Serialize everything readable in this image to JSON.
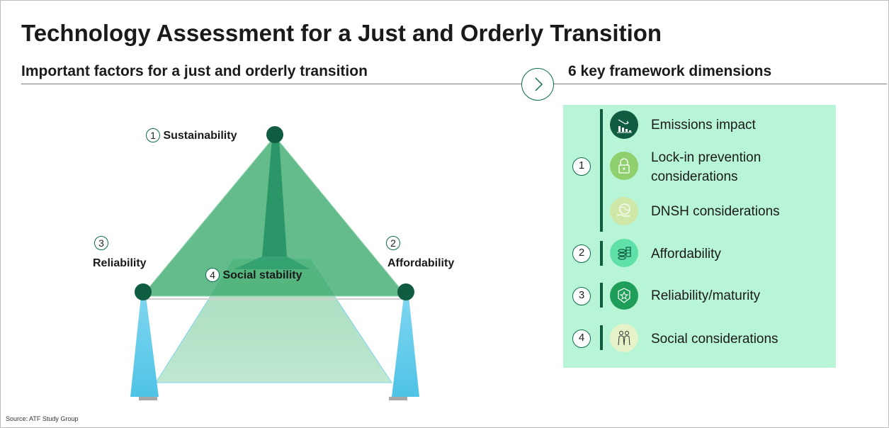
{
  "title": "Technology Assessment for a Just and Orderly Transition",
  "left_heading": "Important factors for a just and orderly transition",
  "right_heading": "6 key framework dimensions",
  "source": "Source: ATF Study Group",
  "diagram": {
    "vertices": [
      {
        "num": "1",
        "label": "Sustainability"
      },
      {
        "num": "2",
        "label": "Affordability"
      },
      {
        "num": "3",
        "label": "Reliability"
      },
      {
        "num": "4",
        "label": "Social stability"
      }
    ]
  },
  "dimensions": [
    {
      "group": "1",
      "label": "Emissions impact",
      "icon": "emissions-chart-icon"
    },
    {
      "group": "1",
      "label_line1": "Lock-in prevention",
      "label_line2": "considerations",
      "icon": "lock-icon"
    },
    {
      "group": "1",
      "label": "DNSH considerations",
      "icon": "globe-hand-icon"
    },
    {
      "group": "2",
      "label": "Affordability",
      "icon": "coins-icon"
    },
    {
      "group": "3",
      "label": "Reliability/maturity",
      "icon": "badge-star-icon"
    },
    {
      "group": "4",
      "label": "Social considerations",
      "icon": "people-icon"
    }
  ],
  "colors": {
    "dark_green": "#0f5c40",
    "panel_bg": "#b8f5d6",
    "triangle_green": "#3daa6e",
    "pillar_blue": "#5cc8e8"
  }
}
